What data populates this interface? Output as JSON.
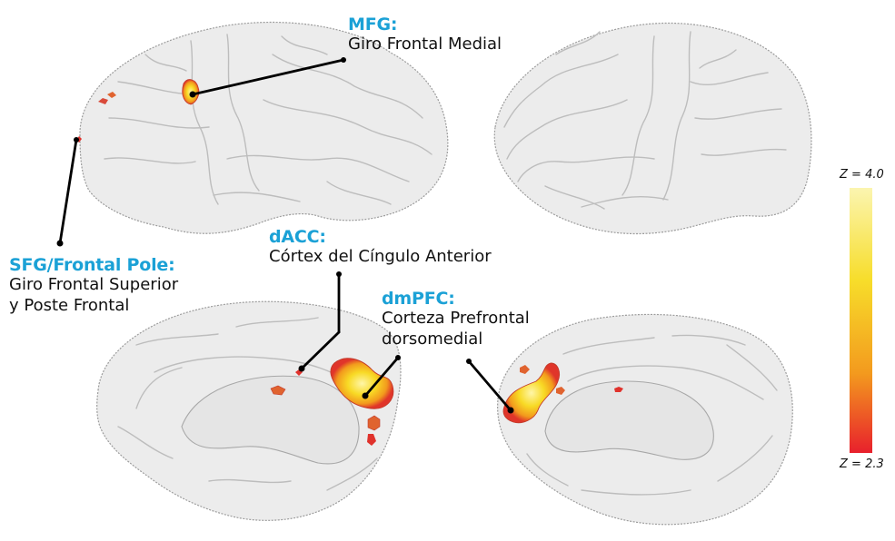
{
  "labels": {
    "mfg": {
      "title": "MFG:",
      "desc": "Giro Frontal Medial"
    },
    "sfg": {
      "title": "SFG/Frontal Pole:",
      "desc_line1": "Giro Frontal Superior",
      "desc_line2": "y Poste Frontal"
    },
    "dacc": {
      "title": "dACC:",
      "desc": "Córtex del Cíngulo Anterior"
    },
    "dmpfc": {
      "title": "dmPFC:",
      "desc_line1": "Corteza Prefrontal",
      "desc_line2": "dorsomedial"
    }
  },
  "colorbar": {
    "max_label": "Z = 4.0",
    "min_label": "Z = 2.3",
    "max_color": "#fbf3a0",
    "mid_color": "#f6d020",
    "min_color": "#e8242c"
  },
  "colors": {
    "label_title": "#1ba1d6",
    "label_text": "#111111",
    "brain_fill": "#ececec",
    "brain_sulci": "#b9b9b9"
  }
}
